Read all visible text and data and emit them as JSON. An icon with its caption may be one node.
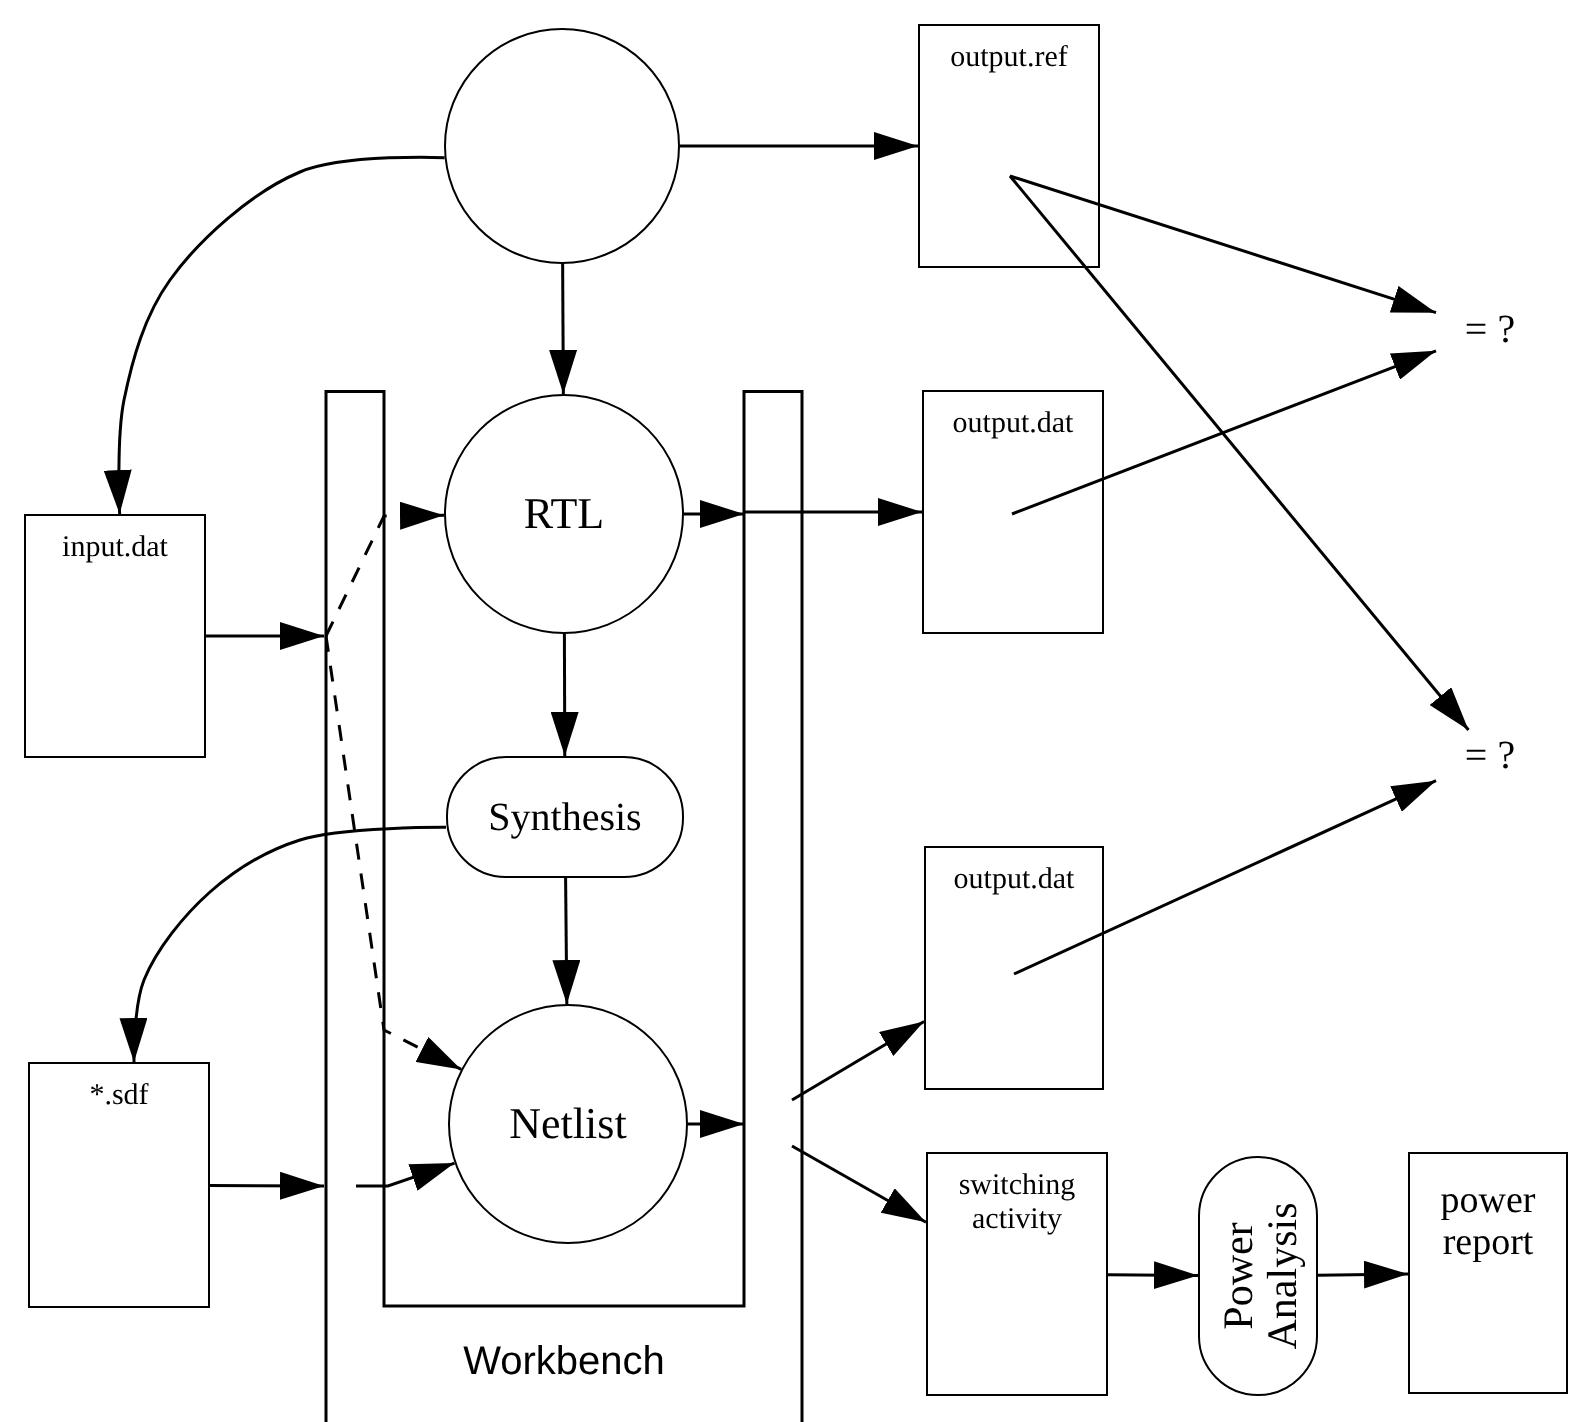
{
  "diagram": {
    "nodes": [
      {
        "text": [],
        "shape": "circle"
      },
      {
        "text": [
          "output.ref"
        ]
      },
      {
        "text": [
          "input.dat"
        ]
      },
      {
        "text": [
          "Workbench"
        ]
      },
      {
        "text": [
          "RTL"
        ],
        "in": 3
      },
      {
        "text": [
          "Synthesis"
        ],
        "in": 3
      },
      {
        "text": [
          "Netlist"
        ],
        "in": 3
      },
      {
        "text": [
          "*.sdf"
        ]
      },
      {
        "text": [
          "output.dat"
        ]
      },
      {
        "text": [
          "output.dat"
        ]
      },
      {
        "text": [
          "= ?"
        ]
      },
      {
        "text": [
          "= ?"
        ]
      },
      {
        "text": [
          "switching activity"
        ]
      },
      {
        "text": [
          "Power Analysis"
        ]
      },
      {
        "text": [
          "power report"
        ]
      }
    ],
    "edges": [
      {
        "from": 0,
        "to": 1,
        "arrow": "to"
      },
      {
        "from": 0,
        "to": 4,
        "arrow": "to"
      },
      {
        "from": 0,
        "to": 2,
        "arrow": "to"
      },
      {
        "from": 2,
        "to": 3,
        "arrow": "to"
      },
      {
        "from": 3,
        "to": 4,
        "arrow": "to",
        "style": "dashed"
      },
      {
        "from": 3,
        "to": 6,
        "arrow": "to",
        "style": "dashed"
      },
      {
        "from": 4,
        "to": 5,
        "arrow": "to"
      },
      {
        "from": 5,
        "to": 6,
        "arrow": "to"
      },
      {
        "from": 5,
        "to": 7,
        "arrow": "to"
      },
      {
        "from": 7,
        "to": 3,
        "arrow": "to"
      },
      {
        "from": 3,
        "to": 6,
        "arrow": "to"
      },
      {
        "from": 4,
        "to": 3,
        "arrow": "to"
      },
      {
        "from": 3,
        "to": 8,
        "arrow": "to"
      },
      {
        "from": 6,
        "to": 3,
        "arrow": "to"
      },
      {
        "from": 3,
        "to": 9,
        "arrow": "to"
      },
      {
        "from": 3,
        "to": 12,
        "arrow": "to"
      },
      {
        "from": 1,
        "to": 10,
        "arrow": "to"
      },
      {
        "from": 1,
        "to": 11,
        "arrow": "to"
      },
      {
        "from": 8,
        "to": 10,
        "arrow": "to"
      },
      {
        "from": 9,
        "to": 11,
        "arrow": "to"
      },
      {
        "from": 12,
        "to": 13,
        "arrow": "to"
      },
      {
        "from": 13,
        "to": 14,
        "arrow": "to"
      }
    ]
  }
}
